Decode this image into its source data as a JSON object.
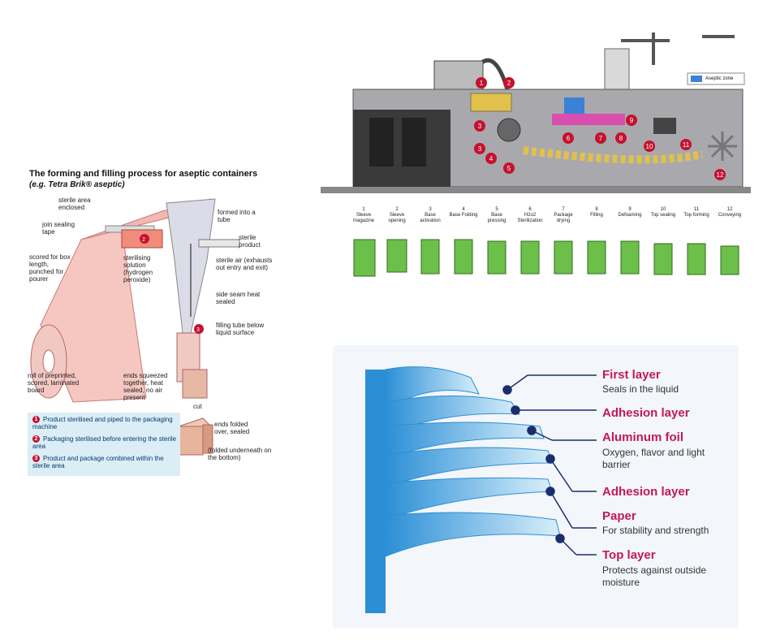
{
  "forming": {
    "title": "The forming and filling process for aseptic containers",
    "subtitle": "(e.g. Tetra Brik® aseptic)",
    "labels": {
      "sterile_area": "sterile area enclosed",
      "join_tape": "join sealing tape",
      "scored": "scored for box length, punched for pourer",
      "sterilising": "sterilising solution (hydrogen peroxide)",
      "formed_tube": "formed into a tube",
      "sterile_product": "sterile product",
      "sterile_air": "sterile air (exhausts out entry and exit)",
      "side_seam": "side seam heat sealed",
      "filling_tube": "filling tube below liquid surface",
      "roll": "roll of preprinted, scored, laminated board",
      "ends_squeezed": "ends squeezed together, heat sealed, no air present",
      "cut": "cut",
      "ends_folded": "ends folded over, sealed",
      "folded_under": "(folded underneath on the bottom)"
    },
    "legend": [
      {
        "num": "1",
        "text": "Product sterilised and piped to the packaging machine"
      },
      {
        "num": "2",
        "text": "Packaging sterilised before entering the sterile area"
      },
      {
        "num": "3",
        "text": "Product and package combined within the sterile area"
      }
    ]
  },
  "machine": {
    "legend_label": "Aseptic zone",
    "markers": [
      "1",
      "2",
      "3",
      "3",
      "4",
      "5",
      "6",
      "7",
      "8",
      "9",
      "10",
      "11",
      "12"
    ]
  },
  "steps": [
    {
      "num": "1",
      "label": "Sleeve magazine"
    },
    {
      "num": "2",
      "label": "Sleeve opening"
    },
    {
      "num": "3",
      "label": "Base activation"
    },
    {
      "num": "4",
      "label": "Base Folding"
    },
    {
      "num": "5",
      "label": "Base pressing"
    },
    {
      "num": "6",
      "label": "H2o2 Sterilization"
    },
    {
      "num": "7",
      "label": "Package drying"
    },
    {
      "num": "8",
      "label": "Filling"
    },
    {
      "num": "9",
      "label": "Defoaming"
    },
    {
      "num": "10",
      "label": "Top sealing"
    },
    {
      "num": "11",
      "label": "Top forming"
    },
    {
      "num": "12",
      "label": "Conveying"
    }
  ],
  "layers": [
    {
      "title": "First layer",
      "desc": "Seals in the liquid"
    },
    {
      "title": "Adhesion layer",
      "desc": ""
    },
    {
      "title": "Aluminum foil",
      "desc": "Oxygen, flavor and light barrier"
    },
    {
      "title": "Adhesion layer",
      "desc": ""
    },
    {
      "title": "Paper",
      "desc": "For stability and strength"
    },
    {
      "title": "Top layer",
      "desc": "Protects against outside moisture"
    }
  ],
  "colors": {
    "red_marker": "#c4122f",
    "machine_body": "#a9a9ad",
    "layer_title": "#c2185b",
    "layer_blue": "#4fb3e8",
    "package_green": "#6cc04a"
  }
}
